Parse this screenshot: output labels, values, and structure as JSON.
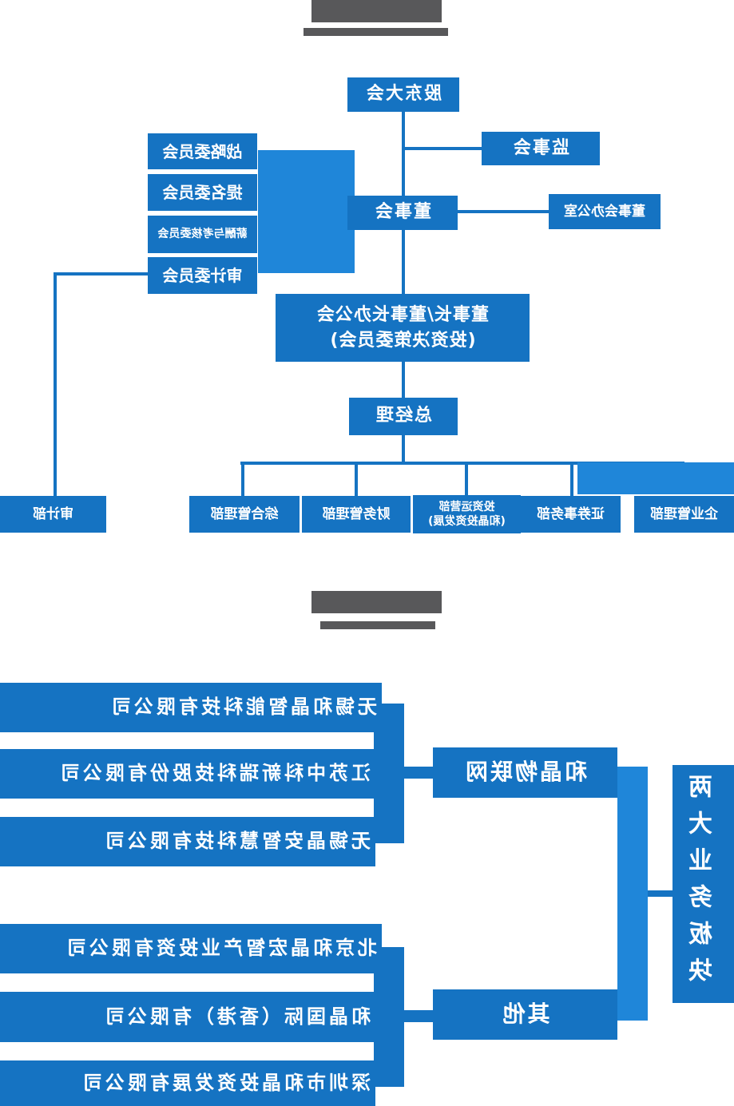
{
  "palette": {
    "box_blue": "#1573C2",
    "light_blue": "#1F86D9",
    "title_gray": "#58585A",
    "text_color": "#FFFFFF"
  },
  "section1": {
    "shareholders_meeting": "股东大会",
    "supervisory_board": "监事会",
    "board_of_directors": "董事会",
    "board_office": "董事会办公室",
    "committees": [
      "战略委员会",
      "提名委员会",
      "薪酬与考核委员会",
      "审计委员会"
    ],
    "chairman": {
      "line1": "董事长/董事长办公会",
      "line2": "(投资决策委员会)"
    },
    "general_manager": "总经理",
    "departments": [
      {
        "line1": "审计部"
      },
      {
        "line1": "综合管理部"
      },
      {
        "line1": "财务管理部"
      },
      {
        "line1": "投资运营部",
        "line2": "(和晶投资发展)"
      },
      {
        "line1": "证券事务部"
      },
      {
        "line1": "企业管理部"
      }
    ]
  },
  "section2": {
    "headline": "两大业务板块",
    "groups": [
      {
        "label": "和晶物联网",
        "companies": [
          "无锡和晶智能科技有限公司",
          "江苏中科新瑞科技股份有限公司",
          "无锡晶安智慧科技有限公司"
        ]
      },
      {
        "label": "其他",
        "companies": [
          "北京和晶宏智产业投资有限公司",
          "和晶国际（香港）有限公司",
          "深圳市和晶投资发展有限公司"
        ]
      }
    ]
  }
}
